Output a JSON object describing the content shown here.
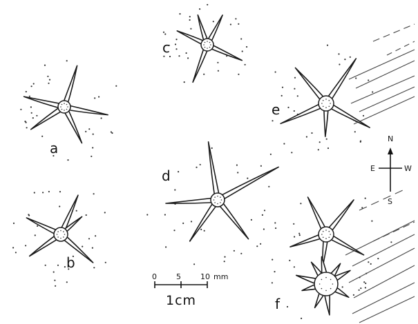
{
  "specimens": [
    {
      "id": "a",
      "label": "a"
    },
    {
      "id": "b",
      "label": "b"
    },
    {
      "id": "c",
      "label": "c"
    },
    {
      "id": "d",
      "label": "d"
    },
    {
      "id": "e",
      "label": "e"
    },
    {
      "id": "f",
      "label": "f"
    }
  ],
  "scale_bar": {
    "ticks": [
      "0",
      "5",
      "10"
    ],
    "unit": "mm",
    "length_label": "1cm"
  },
  "compass": {
    "n": "N",
    "s": "S",
    "e": "E",
    "w": "W"
  }
}
